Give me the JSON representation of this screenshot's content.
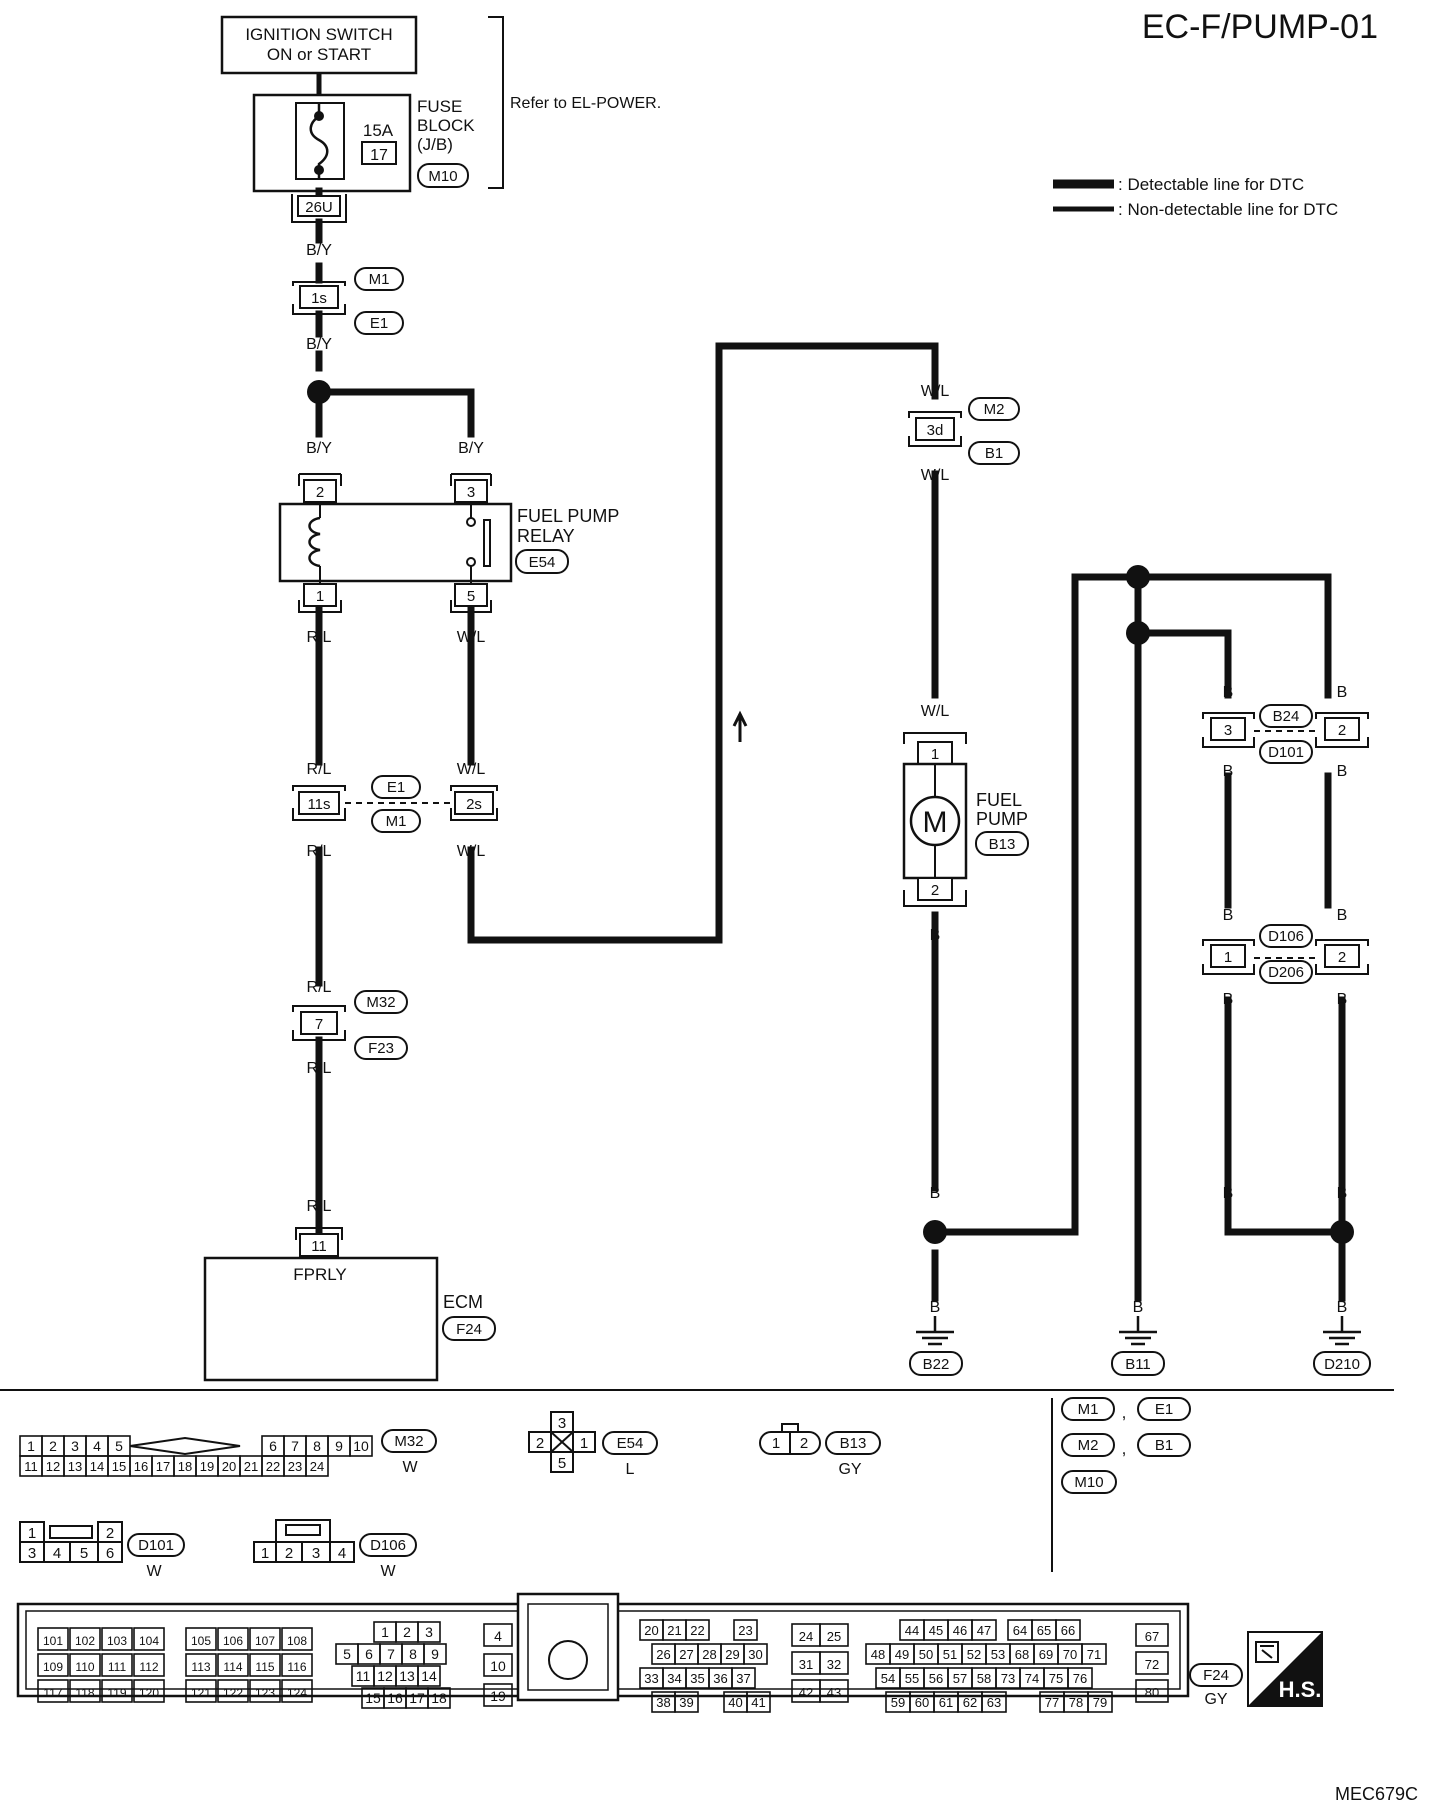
{
  "diagram": {
    "title": "EC-F/PUMP-01",
    "footer_code": "MEC679C",
    "ignition_label": [
      "IGNITION SWITCH",
      "ON or START"
    ],
    "fuse_block": {
      "rating": "15A",
      "fuse_no": "17",
      "label": [
        "FUSE",
        "BLOCK",
        "(J/B)"
      ],
      "connector": "M10",
      "terminal": "26U"
    },
    "refer_note": "Refer to EL-POWER.",
    "legend": {
      "detectable": ": Detectable line for DTC",
      "non_detectable": ": Non-detectable line for DTC"
    },
    "relay": {
      "label": [
        "FUEL PUMP",
        "RELAY"
      ],
      "connector": "E54",
      "terminals": [
        "2",
        "3",
        "1",
        "5"
      ]
    },
    "fuel_pump": {
      "label": [
        "FUEL",
        "PUMP"
      ],
      "connector": "B13",
      "symbol": "M",
      "terminals": [
        "1",
        "2"
      ]
    },
    "ecm": {
      "label": "ECM",
      "connector": "F24",
      "terminal": "11",
      "pin_name": "FPRLY"
    },
    "wire_colors": {
      "by": "B/Y",
      "rl": "R/L",
      "wl": "W/L",
      "b": "B"
    },
    "joints": [
      {
        "pin": "1s",
        "top": "M1",
        "bottom": "E1"
      },
      {
        "pin": "3d",
        "top": "M2",
        "bottom": "B1"
      },
      {
        "pin": "11s",
        "top": "E1",
        "bottom": "M1",
        "pin2": "2s"
      },
      {
        "pin": "7",
        "top": "M32",
        "bottom": "F23"
      },
      {
        "pin": "3",
        "top": "B24",
        "bottom": "D101",
        "pin2": "2"
      },
      {
        "pin": "1",
        "top": "D106",
        "bottom": "D206",
        "pin2": "2"
      }
    ],
    "grounds": [
      "B22",
      "B11",
      "D210"
    ],
    "connector_views": {
      "m32": {
        "id": "M32",
        "color": "W",
        "row1": [
          "1",
          "2",
          "3",
          "4",
          "5",
          "6",
          "7",
          "8",
          "9",
          "10"
        ],
        "row2": [
          "11",
          "12",
          "13",
          "14",
          "15",
          "16",
          "17",
          "18",
          "19",
          "20",
          "21",
          "22",
          "23",
          "24"
        ]
      },
      "e54": {
        "id": "E54",
        "color": "L",
        "pins": [
          "3",
          "2",
          "1",
          "5"
        ]
      },
      "b13": {
        "id": "B13",
        "color": "GY",
        "pins": [
          "1",
          "2"
        ]
      },
      "d101": {
        "id": "D101",
        "color": "W",
        "pins": [
          "1",
          "2",
          "3",
          "4",
          "5",
          "6"
        ]
      },
      "d106": {
        "id": "D106",
        "color": "W",
        "pins": [
          "1",
          "2",
          "3",
          "4"
        ]
      },
      "f24": {
        "id": "F24",
        "color": "GY"
      },
      "hs_label": "H.S.",
      "legend_refs": [
        "M1",
        ",",
        "E1",
        "M2",
        ",",
        "B1",
        "M10"
      ]
    }
  }
}
